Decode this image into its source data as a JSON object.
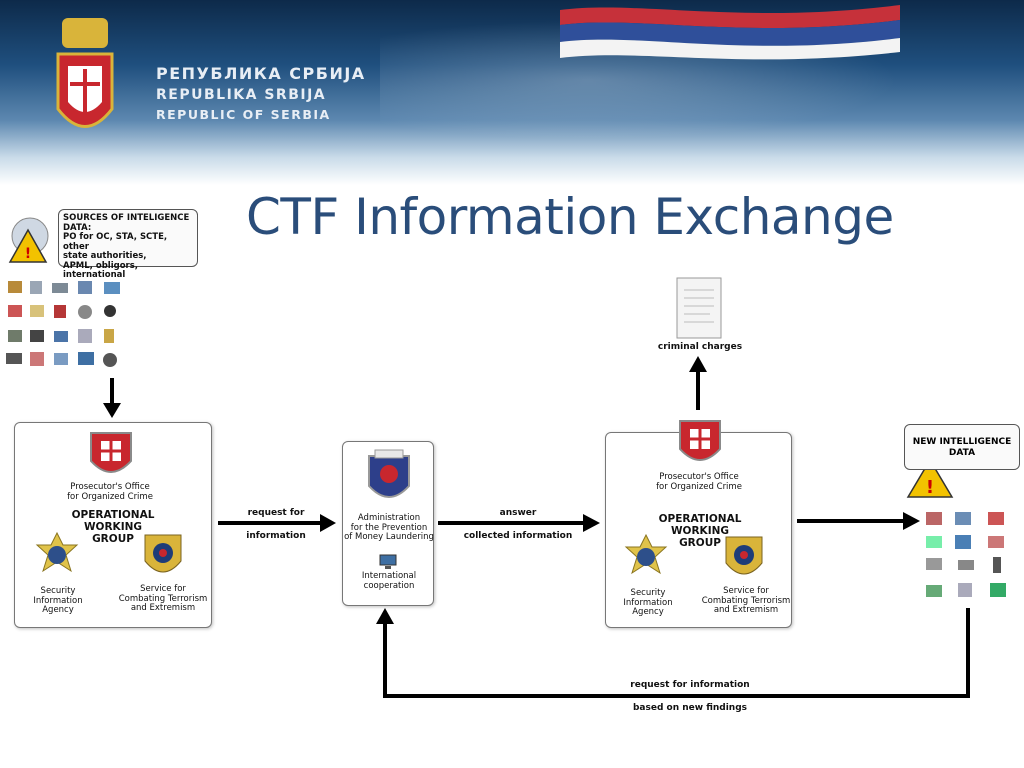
{
  "header": {
    "line1": "РЕПУБЛИКА СРБИЈА",
    "line2": "REPUBLIKA SRBIJA",
    "line3": "REPUBLIC OF SERBIA",
    "title": "CTF Information Exchange"
  },
  "sources": {
    "heading": "SOURCES OF INTELIGENCE DATA:",
    "line1": "PO for OC, STA, SCTE, other",
    "line2": "state authorities,",
    "line3": "APML, obligors, international"
  },
  "new_data": {
    "line1": "NEW INTELLIGENCE",
    "line2": "DATA"
  },
  "nodes": {
    "prosecutor_left_1": "Prosecutor's Office",
    "prosecutor_left_2": "for Organized Crime",
    "owg_left_1": "OPERATIONAL",
    "owg_left_2": "WORKING",
    "owg_left_3": "GROUP",
    "sia_left_1": "Security",
    "sia_left_2": "Information",
    "sia_left_3": "Agency",
    "scte_left_1": "Service for",
    "scte_left_2": "Combating Terrorism",
    "scte_left_3": "and Extremism",
    "apml_1": "Administration",
    "apml_2": "for the Prevention",
    "apml_3": "of Money Laundering",
    "intl_1": "International",
    "intl_2": "cooperation",
    "prosecutor_right_1": "Prosecutor's Office",
    "prosecutor_right_2": "for Organized Crime",
    "owg_right_1": "OPERATIONAL",
    "owg_right_2": "WORKING",
    "owg_right_3": "GROUP",
    "sia_right_1": "Security",
    "sia_right_2": "Information",
    "sia_right_3": "Agency",
    "scte_right_1": "Service for",
    "scte_right_2": "Combating Terrorism",
    "scte_right_3": "and Extremism",
    "criminal_charges": "criminal charges"
  },
  "edges": {
    "request_1": "request for",
    "request_2": "information",
    "answer_1": "answer",
    "answer_2": "collected information",
    "feedback_1": "request for information",
    "feedback_2": "based on new findings"
  },
  "colors": {
    "title": "#2a4d7a",
    "arrow": "#000000",
    "warning": "#f2c200",
    "shield_red": "#c8272e",
    "badge_gold": "#d9b43a"
  },
  "icons": {
    "warning": "warning-triangle-icon",
    "document": "document-icon",
    "shield": "shield-emblem-icon",
    "badge": "police-badge-icon",
    "computer": "computer-icon"
  }
}
